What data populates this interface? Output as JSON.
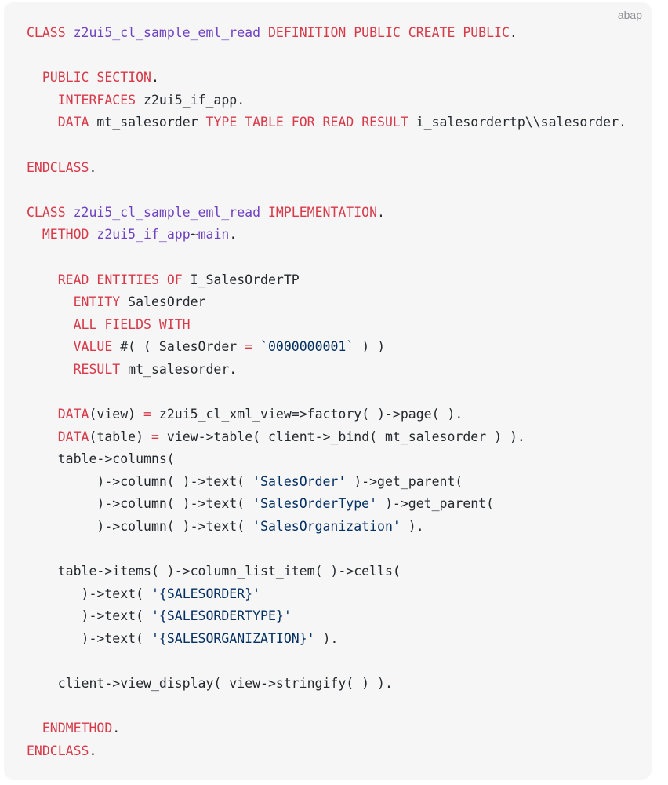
{
  "code_block": {
    "language_label": "abap",
    "colors": {
      "background": "#f6f6f7",
      "keyword": "#d73a49",
      "identifier": "#6f42c1",
      "string": "#032f62",
      "plain": "#24292e",
      "label": "#8e8e93"
    },
    "lines": [
      [
        [
          "kw",
          "CLASS"
        ],
        [
          "plain",
          " "
        ],
        [
          "id",
          "z2ui5_cl_sample_eml_read"
        ],
        [
          "plain",
          " "
        ],
        [
          "kw",
          "DEFINITION PUBLIC CREATE PUBLIC"
        ],
        [
          "plain",
          "."
        ]
      ],
      [],
      [
        [
          "plain",
          "  "
        ],
        [
          "kw",
          "PUBLIC SECTION"
        ],
        [
          "plain",
          "."
        ]
      ],
      [
        [
          "plain",
          "    "
        ],
        [
          "kw",
          "INTERFACES"
        ],
        [
          "plain",
          " z2ui5_if_app."
        ]
      ],
      [
        [
          "plain",
          "    "
        ],
        [
          "kw",
          "DATA"
        ],
        [
          "plain",
          " mt_salesorder "
        ],
        [
          "kw",
          "TYPE TABLE FOR READ RESULT"
        ],
        [
          "plain",
          " i_salesordertp\\\\salesorder."
        ]
      ],
      [],
      [
        [
          "kw",
          "ENDCLASS"
        ],
        [
          "plain",
          "."
        ]
      ],
      [],
      [
        [
          "kw",
          "CLASS"
        ],
        [
          "plain",
          " "
        ],
        [
          "id",
          "z2ui5_cl_sample_eml_read"
        ],
        [
          "plain",
          " "
        ],
        [
          "kw",
          "IMPLEMENTATION"
        ],
        [
          "plain",
          "."
        ]
      ],
      [
        [
          "plain",
          "  "
        ],
        [
          "kw",
          "METHOD"
        ],
        [
          "plain",
          " "
        ],
        [
          "id",
          "z2ui5_if_app"
        ],
        [
          "plain",
          "~"
        ],
        [
          "id",
          "main"
        ],
        [
          "plain",
          "."
        ]
      ],
      [],
      [
        [
          "plain",
          "    "
        ],
        [
          "kw",
          "READ ENTITIES OF"
        ],
        [
          "plain",
          " I_SalesOrderTP"
        ]
      ],
      [
        [
          "plain",
          "      "
        ],
        [
          "kw",
          "ENTITY"
        ],
        [
          "plain",
          " SalesOrder"
        ]
      ],
      [
        [
          "plain",
          "      "
        ],
        [
          "kw",
          "ALL FIELDS WITH"
        ]
      ],
      [
        [
          "plain",
          "      "
        ],
        [
          "kw",
          "VALUE"
        ],
        [
          "plain",
          " #( ( SalesOrder "
        ],
        [
          "op",
          "="
        ],
        [
          "plain",
          " "
        ],
        [
          "str",
          "`0000000001`"
        ],
        [
          "plain",
          " ) )"
        ]
      ],
      [
        [
          "plain",
          "      "
        ],
        [
          "kw",
          "RESULT"
        ],
        [
          "plain",
          " mt_salesorder."
        ]
      ],
      [],
      [
        [
          "plain",
          "    "
        ],
        [
          "kw",
          "DATA"
        ],
        [
          "plain",
          "(view) "
        ],
        [
          "op",
          "="
        ],
        [
          "plain",
          " z2ui5_cl_xml_view=>factory( )->page( )."
        ]
      ],
      [
        [
          "plain",
          "    "
        ],
        [
          "kw",
          "DATA"
        ],
        [
          "plain",
          "(table) "
        ],
        [
          "op",
          "="
        ],
        [
          "plain",
          " view->table( client->_bind( mt_salesorder ) )."
        ]
      ],
      [
        [
          "plain",
          "    table->columns("
        ]
      ],
      [
        [
          "plain",
          "         )->column( )->text( "
        ],
        [
          "str",
          "'SalesOrder'"
        ],
        [
          "plain",
          " )->get_parent("
        ]
      ],
      [
        [
          "plain",
          "         )->column( )->text( "
        ],
        [
          "str",
          "'SalesOrderType'"
        ],
        [
          "plain",
          " )->get_parent("
        ]
      ],
      [
        [
          "plain",
          "         )->column( )->text( "
        ],
        [
          "str",
          "'SalesOrganization'"
        ],
        [
          "plain",
          " )."
        ]
      ],
      [],
      [
        [
          "plain",
          "    table->items( )->column_list_item( )->cells("
        ]
      ],
      [
        [
          "plain",
          "       )->text( "
        ],
        [
          "str",
          "'{SALESORDER}'"
        ]
      ],
      [
        [
          "plain",
          "       )->text( "
        ],
        [
          "str",
          "'{SALESORDERTYPE}'"
        ]
      ],
      [
        [
          "plain",
          "       )->text( "
        ],
        [
          "str",
          "'{SALESORGANIZATION}'"
        ],
        [
          "plain",
          " )."
        ]
      ],
      [],
      [
        [
          "plain",
          "    client->view_display( view->stringify( ) )."
        ]
      ],
      [],
      [
        [
          "plain",
          "  "
        ],
        [
          "kw",
          "ENDMETHOD"
        ],
        [
          "plain",
          "."
        ]
      ],
      [
        [
          "kw",
          "ENDCLASS"
        ],
        [
          "plain",
          "."
        ]
      ]
    ]
  }
}
